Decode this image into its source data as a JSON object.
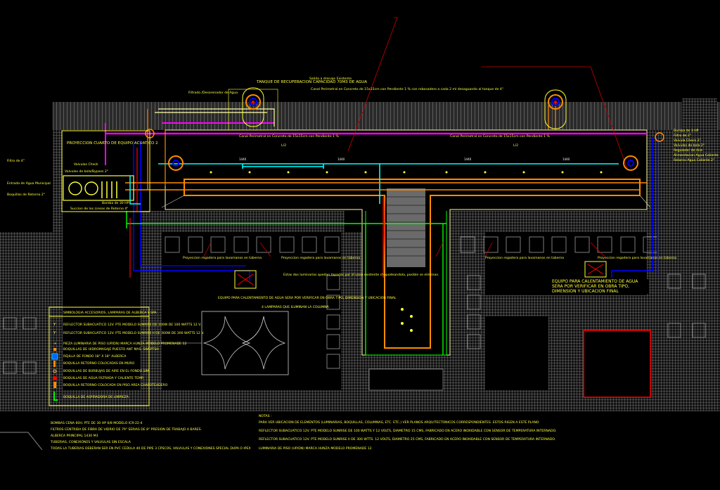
{
  "drawing": {
    "tank_label": "TANQUE DE RECUPERACION CAPACIDAD 70M3 DE AGUA",
    "tank_leader_1": "Filtrado /Desarenador de Agua",
    "top_note_1": "Salida a drenaje Existente",
    "top_note_2": "Canal Perimetral en Concreto de 15x15cm con Pendiente 1 % con rebosadero a cada 2 ml desaguando al tanque de 4\"",
    "canal_label": "Canal Perimetral en Concreto de 15x15cm con Pendiente 1 %",
    "dim_half": "L/2",
    "dim_span": "1440",
    "equipment_room": "PROYECCION CUARTO DE EQUIPO ACUATICO 2",
    "left_notes": [
      "Valvulas Check",
      "Valvulas de bola/Bypass 2\"",
      "Bomba de 30 HP",
      "Succion de los Lineas de Retorno 4\"",
      "Boquillas de Retorno 2\"",
      "Entrada de Agua Municipal",
      "Filtro de 4\""
    ],
    "right_notes": [
      "Bomba de 3 HP",
      "Filtro de 2\"",
      "Valvula Check 2\"",
      "Valvulas de bola 2\"",
      "Regulador de Aire",
      "Alimentacion Agua Caliente",
      "Retorno Agua Caliente 2\""
    ],
    "projection_label": "Proyeccion regadera para lavamanos en taberna",
    "column_label": "Estas dos luminarias quedan tapadas por el vano existente chapodeandola, posible se eliminan.",
    "heater_left": "EQUIPO PARA CALENTAMIENTO DE AGUA SERA POR VERIFICAR EN OBRA TIPO, DIMENSION Y UBICACION FINAL",
    "heater_right": "EQUIPO PARA CALENTAMIENTO DE AGUA SERA POR VERIFICAR EN OBRA TIPO, DIMENSION Y UBICACION FINAL",
    "lamps_label": "4 LAMPARAS QUE ILUMINAN LA COLUMNA"
  },
  "legend": {
    "title": "SIMBOLOGIA ACCESORIOS, LAMPARAS DE ALBERCA Y SPA",
    "items": [
      {
        "icon": "reflector-icon",
        "text": "REFLECTOR SUBACUATICO 12V. PTE MODELO SUNRISE DE 100W DE 100 WATTS 12 V."
      },
      {
        "icon": "reflector-small-icon",
        "text": "REFLECTOR SUBACUATICO 12V. PTE MODELO SUNRISE II DE 300W DE 300 WATTS 12 V."
      },
      {
        "icon": "lamp-icon",
        "text": "PIEZA LUMINARIA DE PISO (UP/DN) MARCA HUNZA MODELO PROMENADE 12"
      },
      {
        "icon": "return-fitting-icon",
        "text": "BOQUILLAS DE HIDROMASAJE PUESTO ANT MAS. SWEPTSH"
      },
      {
        "icon": "drain-icon",
        "text": "REJILLA DE FONDO 18\" X 18\" ALBERCA"
      },
      {
        "icon": "skimmer-icon",
        "text": "BOQUILLA RETORNO COLOCADAS EN MURO"
      },
      {
        "icon": "air-jet-icon",
        "text": "BOQUILLAS DE BURBUJAS DE AIRE EN EL FONDO SPA"
      },
      {
        "icon": "heater-icon",
        "text": "BOQUILLAS DE AGUA FILTRADA Y CALIENTE TEMP."
      },
      {
        "icon": "fill-icon",
        "text": "BOQUILLA RETORNO COLOCADA EN PISO AREA CHAPOTEADERO"
      },
      {
        "icon": "vacuum-icon",
        "text": "BOQUILLA DE ASPIRADORA DE LIMPIEZA"
      }
    ]
  },
  "specs": [
    "BOMBAS CENA 60H. PTE DE 30 HP 6/8 MODELO ICR-22-4",
    "FILTROS CENTRIDA DE FIBRA DE VIDRIO DE 79\" SERIAS DE 8\" PRESION DE TRABAJO 4 BARES.",
    "ALBERCA PRINCIPAL 1430 M3",
    "TUBERIAS, CONEXIONES Y VALVULAS SIN ESCALA",
    "TODAS LA TUBERIAS DEBERAN SER EN PVC CEDULA 40 DE PIPE 3 CPSCOS, VALVULAS Y CONEXIONES SPECIAL DUPA O IPEX"
  ],
  "notes": {
    "title": "NOTAS :",
    "items": [
      "PARA VER UBICACION DE ELEMENTOS (LUMINARIAS, BOQUILLAS, COLUMNAS, ETC. ETC.) VER PLANOS ARQUITECTONICOS CORRESPONDIENTES. ESTOS RIGEN A ESTE PLANO",
      "REFLECTOR SUBACUATICO 12V. PTE MODELO SUNRISE DE 100 WATTS Y 12 VOLTS, DIAMETRO 15 CMS, FABRICADO EN ACERO INOXIDABLE CON SENSOR DE TEMPERATURA INTERNADO.",
      "REFLECTOR SUBACUATICO 12V. PTE MODELO SUNRISE II DE 300 WTTS. 12 VOLTS, DIAMETRO 25 CMS, FABRICADO EN ACERO INOXIDABLE CON SENSOR DE TEMPERATURA INTERNADO.",
      "LUMINARIA DE PISO (UP/DN) MARCA HUNZA MODELO PROMENADE 12"
    ]
  },
  "colors": {
    "background": "#000000",
    "text": "#ffff3c",
    "hatch": "#8a8a8a",
    "magenta": "#ff00ff",
    "cyan": "#00ffff",
    "blue": "#0000ff",
    "red": "#ff0000",
    "green": "#00ff00",
    "orange": "#ff8c00"
  }
}
